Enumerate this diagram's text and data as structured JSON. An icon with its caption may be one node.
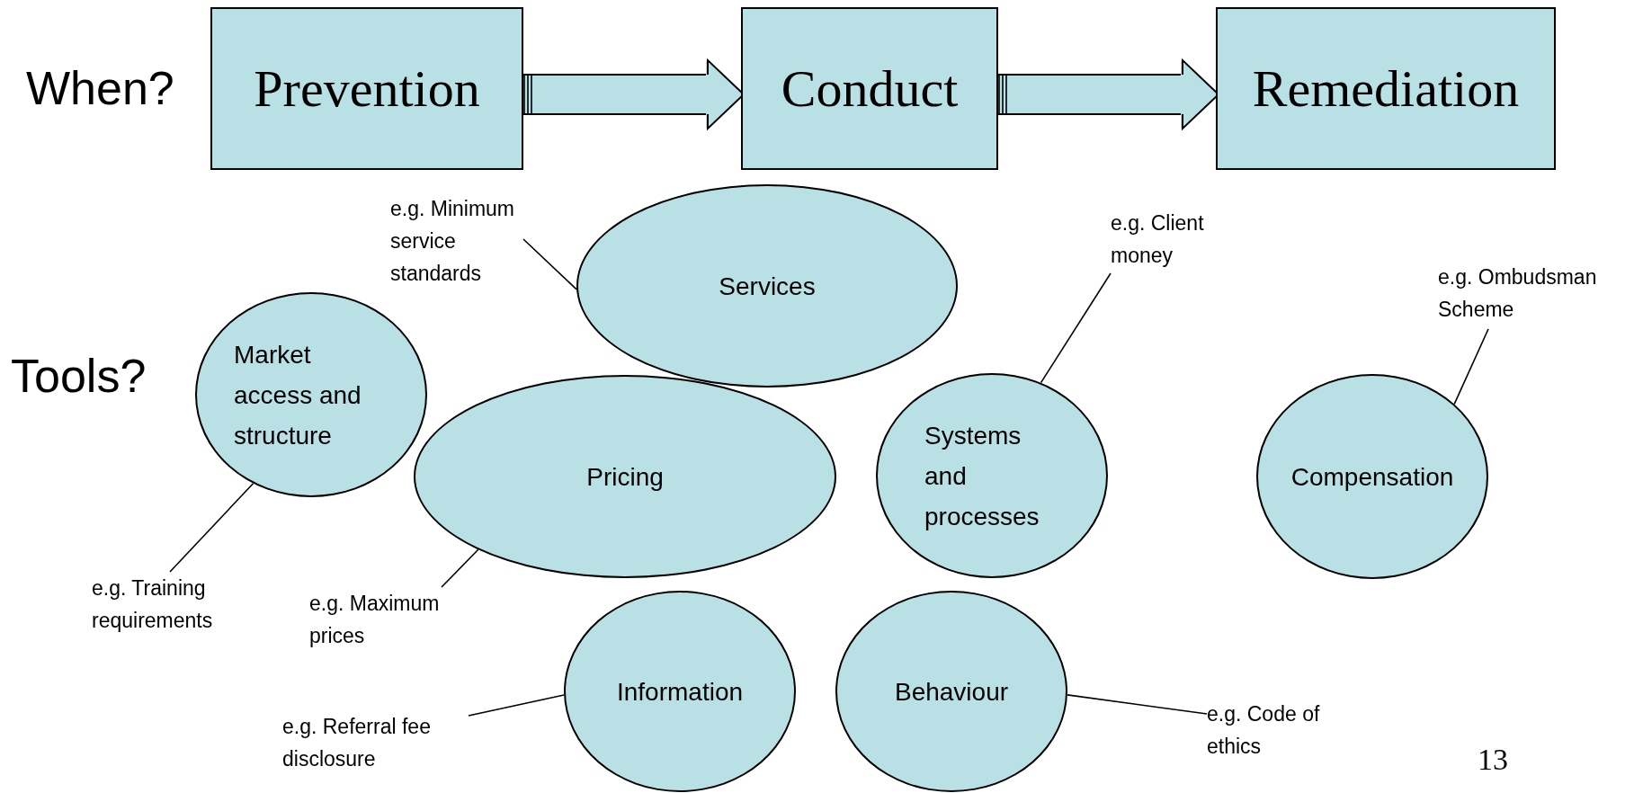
{
  "diagram": {
    "nodes": [
      {
        "text": [
          "Prevention"
        ]
      },
      {
        "text": [
          "Conduct"
        ]
      },
      {
        "text": [
          "Remediation"
        ]
      },
      {
        "text": [
          "e.g. Minimum service standards"
        ]
      },
      {
        "text": [
          "Services"
        ]
      },
      {
        "text": [
          "e.g. Client money"
        ]
      },
      {
        "text": [
          "e.g. Ombudsman Scheme"
        ]
      },
      {
        "text": [
          "Market access and structure"
        ]
      },
      {
        "text": [
          "Pricing"
        ]
      },
      {
        "text": [
          "Systems and processes"
        ]
      },
      {
        "text": [
          "Compensation"
        ]
      },
      {
        "text": [
          "e.g. Training requirements"
        ]
      },
      {
        "text": [
          "e.g. Maximum prices"
        ]
      },
      {
        "text": [
          "Information"
        ]
      },
      {
        "text": [
          "Behaviour"
        ]
      },
      {
        "text": [
          "e.g. Referral fee disclosure"
        ]
      },
      {
        "text": [
          "e.g. Code of ethics"
        ]
      }
    ],
    "edges": [
      {
        "from": 0,
        "to": 1,
        "arrow": "to",
        "style": "thick",
        "color": "#b9e0e4"
      },
      {
        "from": 1,
        "to": 2,
        "arrow": "to",
        "style": "thick",
        "color": "#b9e0e4"
      },
      {
        "from": 3,
        "to": 4,
        "arrow": "none"
      },
      {
        "from": 5,
        "to": 9,
        "arrow": "none"
      },
      {
        "from": 6,
        "to": 10,
        "arrow": "none"
      },
      {
        "from": 11,
        "to": 7,
        "arrow": "none"
      },
      {
        "from": 12,
        "to": 8,
        "arrow": "none"
      },
      {
        "from": 15,
        "to": 13,
        "arrow": "none"
      },
      {
        "from": 16,
        "to": 14,
        "arrow": "none"
      }
    ],
    "labels": [
      "When?",
      "Tools?",
      "13"
    ]
  }
}
